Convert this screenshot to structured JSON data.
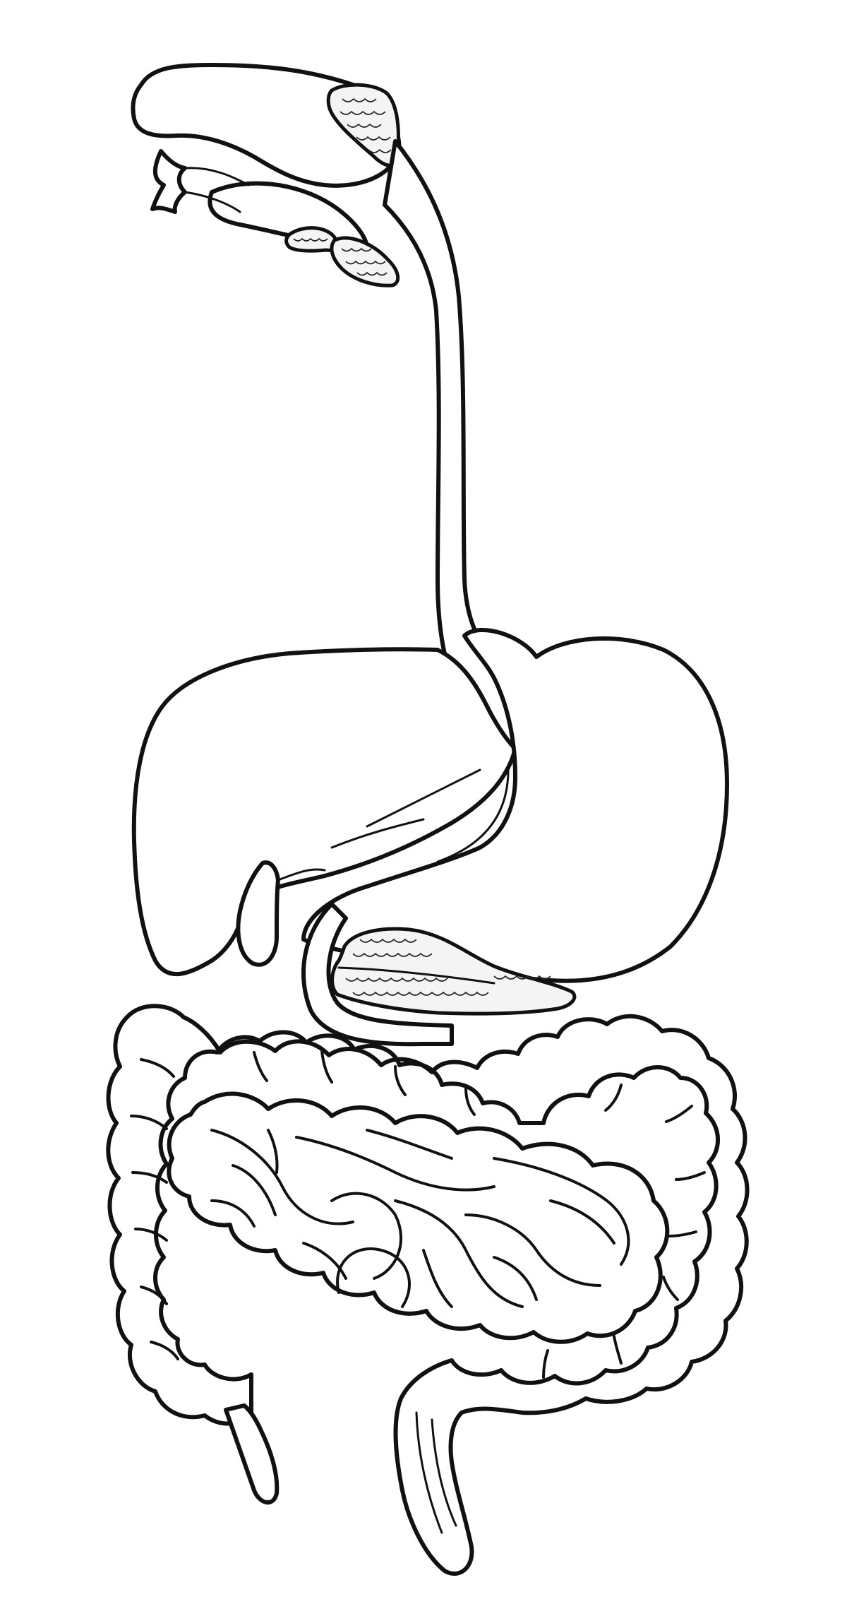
{
  "diagram": {
    "style": "black line art on white background",
    "colors": {
      "background": "#ffffff",
      "line": "#111111",
      "gland_fill": "#f4f4f4"
    },
    "organs": [
      {
        "id": "mouth",
        "icon": "mouth-icon"
      },
      {
        "id": "parotid-gland",
        "icon": "gland-icon"
      },
      {
        "id": "sublingual-gland",
        "icon": "gland-icon"
      },
      {
        "id": "submandibular-gland",
        "icon": "gland-icon"
      },
      {
        "id": "esophagus",
        "icon": "tube-icon"
      },
      {
        "id": "liver",
        "icon": "liver-icon"
      },
      {
        "id": "gallbladder",
        "icon": "gallbladder-icon"
      },
      {
        "id": "stomach",
        "icon": "stomach-icon"
      },
      {
        "id": "pancreas",
        "icon": "pancreas-icon"
      },
      {
        "id": "large-intestine",
        "icon": "colon-icon"
      },
      {
        "id": "small-intestine",
        "icon": "intestine-icon"
      },
      {
        "id": "appendix",
        "icon": "appendix-icon"
      },
      {
        "id": "rectum",
        "icon": "rectum-icon"
      }
    ]
  }
}
